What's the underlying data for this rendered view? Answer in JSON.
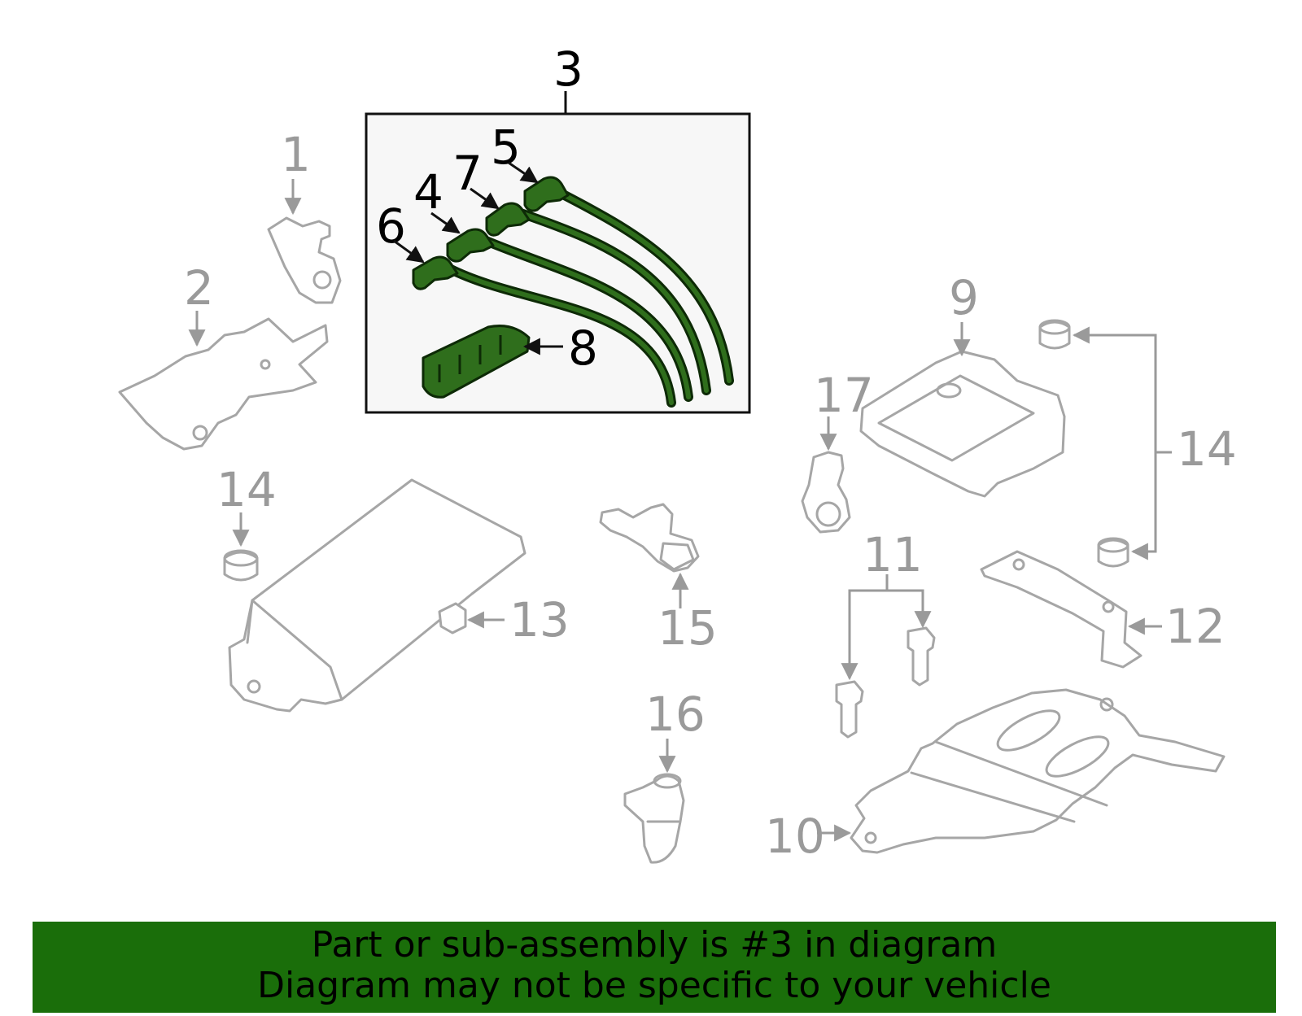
{
  "callouts": {
    "c1": "1",
    "c2": "2",
    "c3": "3",
    "c4": "4",
    "c5": "5",
    "c6": "6",
    "c7": "7",
    "c8": "8",
    "c9": "9",
    "c10": "10",
    "c11": "11",
    "c12": "12",
    "c13": "13",
    "c14a": "14",
    "c14b": "14",
    "c15": "15",
    "c16": "16",
    "c17": "17"
  },
  "banner": {
    "line1": "Part or sub-assembly is #3 in diagram",
    "line2": "Diagram may not be specific to your vehicle"
  },
  "colors": {
    "highlight": "#2f6e1c",
    "banner": "#1a6e0a",
    "inactive_part": "#a6a6a6"
  }
}
